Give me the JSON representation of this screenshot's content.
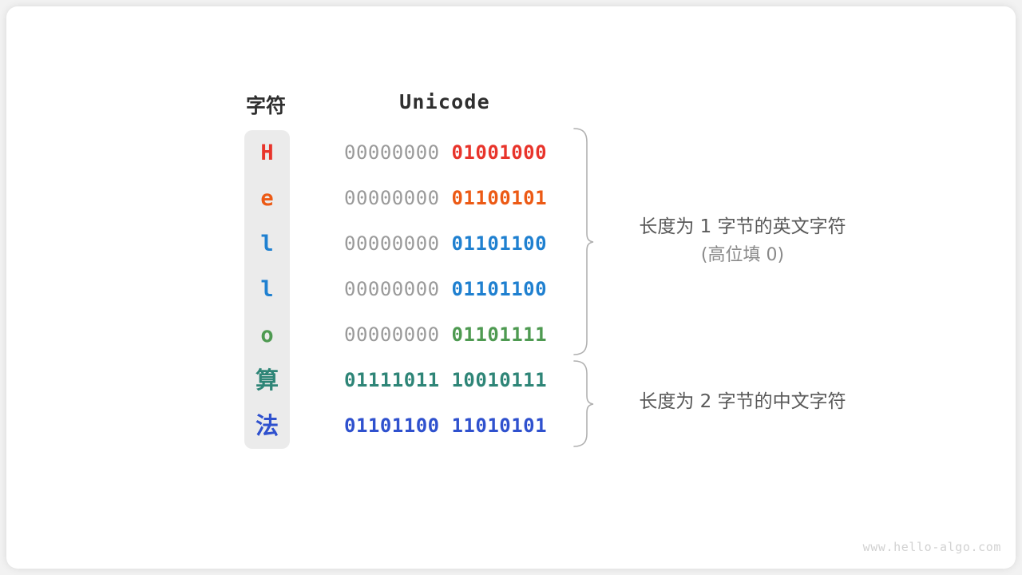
{
  "figure": {
    "headers": {
      "character": "字符",
      "unicode": "Unicode"
    },
    "rows": [
      {
        "char": "H",
        "color": "#E8342B",
        "high_byte": "00000000",
        "low_byte": "01001000",
        "cjk": false,
        "high_colored": false
      },
      {
        "char": "e",
        "color": "#EC5A15",
        "high_byte": "00000000",
        "low_byte": "01100101",
        "cjk": false,
        "high_colored": false
      },
      {
        "char": "l",
        "color": "#1F80D0",
        "high_byte": "00000000",
        "low_byte": "01101100",
        "cjk": false,
        "high_colored": false
      },
      {
        "char": "l",
        "color": "#1F80D0",
        "high_byte": "00000000",
        "low_byte": "01101100",
        "cjk": false,
        "high_colored": false
      },
      {
        "char": "o",
        "color": "#4E9A51",
        "high_byte": "00000000",
        "low_byte": "01101111",
        "cjk": false,
        "high_colored": false
      },
      {
        "char": "算",
        "color": "#2E8577",
        "high_byte": "01111011",
        "low_byte": "10010111",
        "cjk": true,
        "high_colored": true
      },
      {
        "char": "法",
        "color": "#2F51CE",
        "high_byte": "01101100",
        "low_byte": "11010101",
        "cjk": true,
        "high_colored": true
      }
    ],
    "annotations": [
      {
        "line1": "长度为 1 字节的英文字符",
        "line2": "(高位填 0)"
      },
      {
        "line1": "长度为 2 字节的中文字符",
        "line2": ""
      }
    ],
    "watermark": "www.hello-algo.com",
    "colors": {
      "card_background": "#ffffff",
      "page_background": "#f2f2f2",
      "char_panel": "#ebebeb",
      "high_byte_gray": "#9a9a9a",
      "brace_stroke": "#b0b0b0",
      "annotation_text": "#595959",
      "header_text": "#2f2f2f"
    }
  }
}
